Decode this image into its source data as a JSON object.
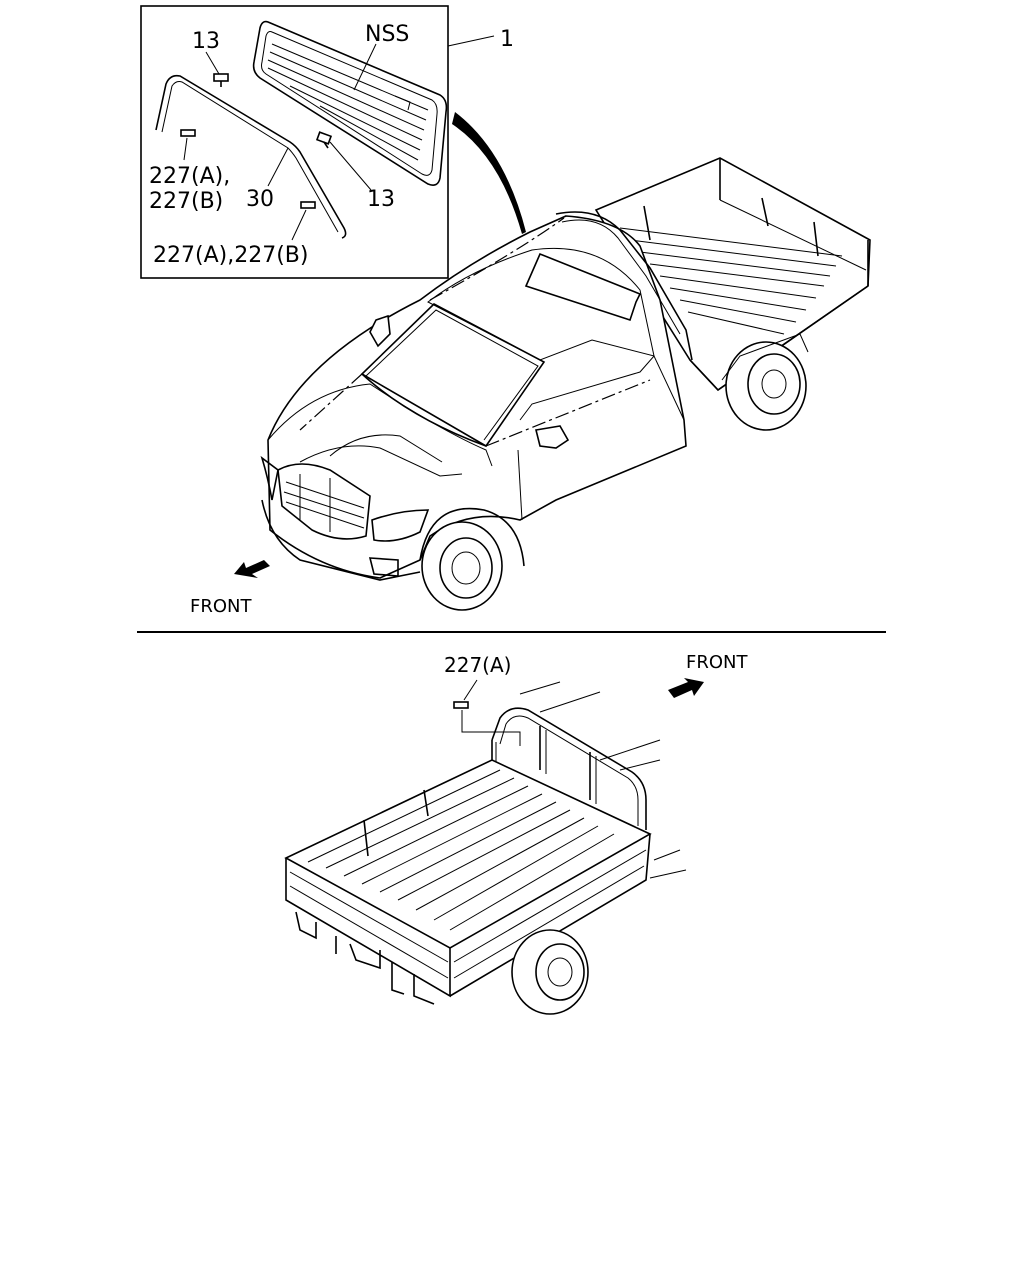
{
  "callouts": {
    "part_1": "1",
    "nss": "NSS",
    "part_13_top": "13",
    "part_13_right": "13",
    "part_30": "30",
    "part_227ab_left_line1": "227(A),",
    "part_227ab_left_line2": "227(B)",
    "part_227ab_bottom": "227(A),227(B)",
    "part_227a_lower": "227(A)"
  },
  "direction_labels": {
    "front_top": "FRONT",
    "front_bottom": "FRONT"
  }
}
